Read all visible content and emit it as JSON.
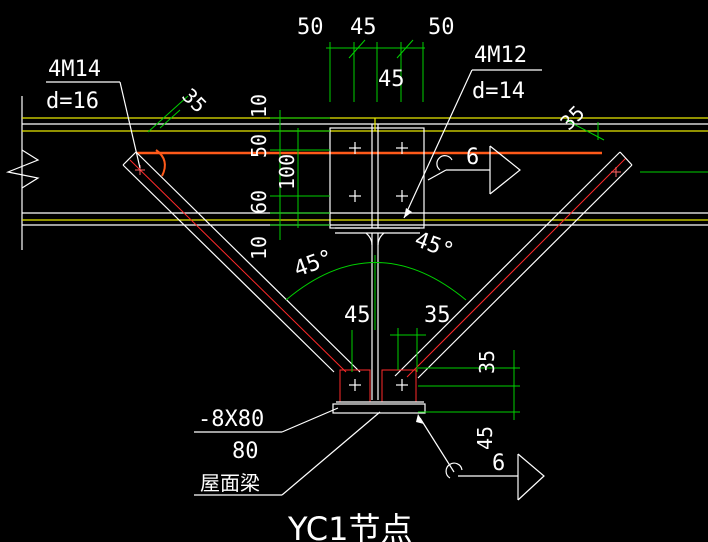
{
  "labels": {
    "dim_top_50_left": "50",
    "dim_top_45": "45",
    "dim_top_50_right": "50",
    "dim_plate_45": "45",
    "bolt_left_spec": "4M14",
    "bolt_left_d": "d=16",
    "bolt_right_spec": "4M12",
    "bolt_right_d": "d=14",
    "dim_35_left": "35",
    "dim_35_right": "35",
    "dim_10_top": "10",
    "dim_50_mid": "50",
    "dim_100": "100",
    "dim_60": "60",
    "dim_10_bottom": "10",
    "angle_left": "45°",
    "angle_right": "45°",
    "dim_45_low": "45",
    "dim_35_low": "35",
    "dim_35_vertical": "35",
    "dim_45_vertical": "45",
    "weld_top": "6",
    "weld_bottom": "6",
    "plate_spec": "-8X80",
    "plate_80": "80",
    "beam_label": "屋面梁",
    "title": "YC1节点"
  }
}
